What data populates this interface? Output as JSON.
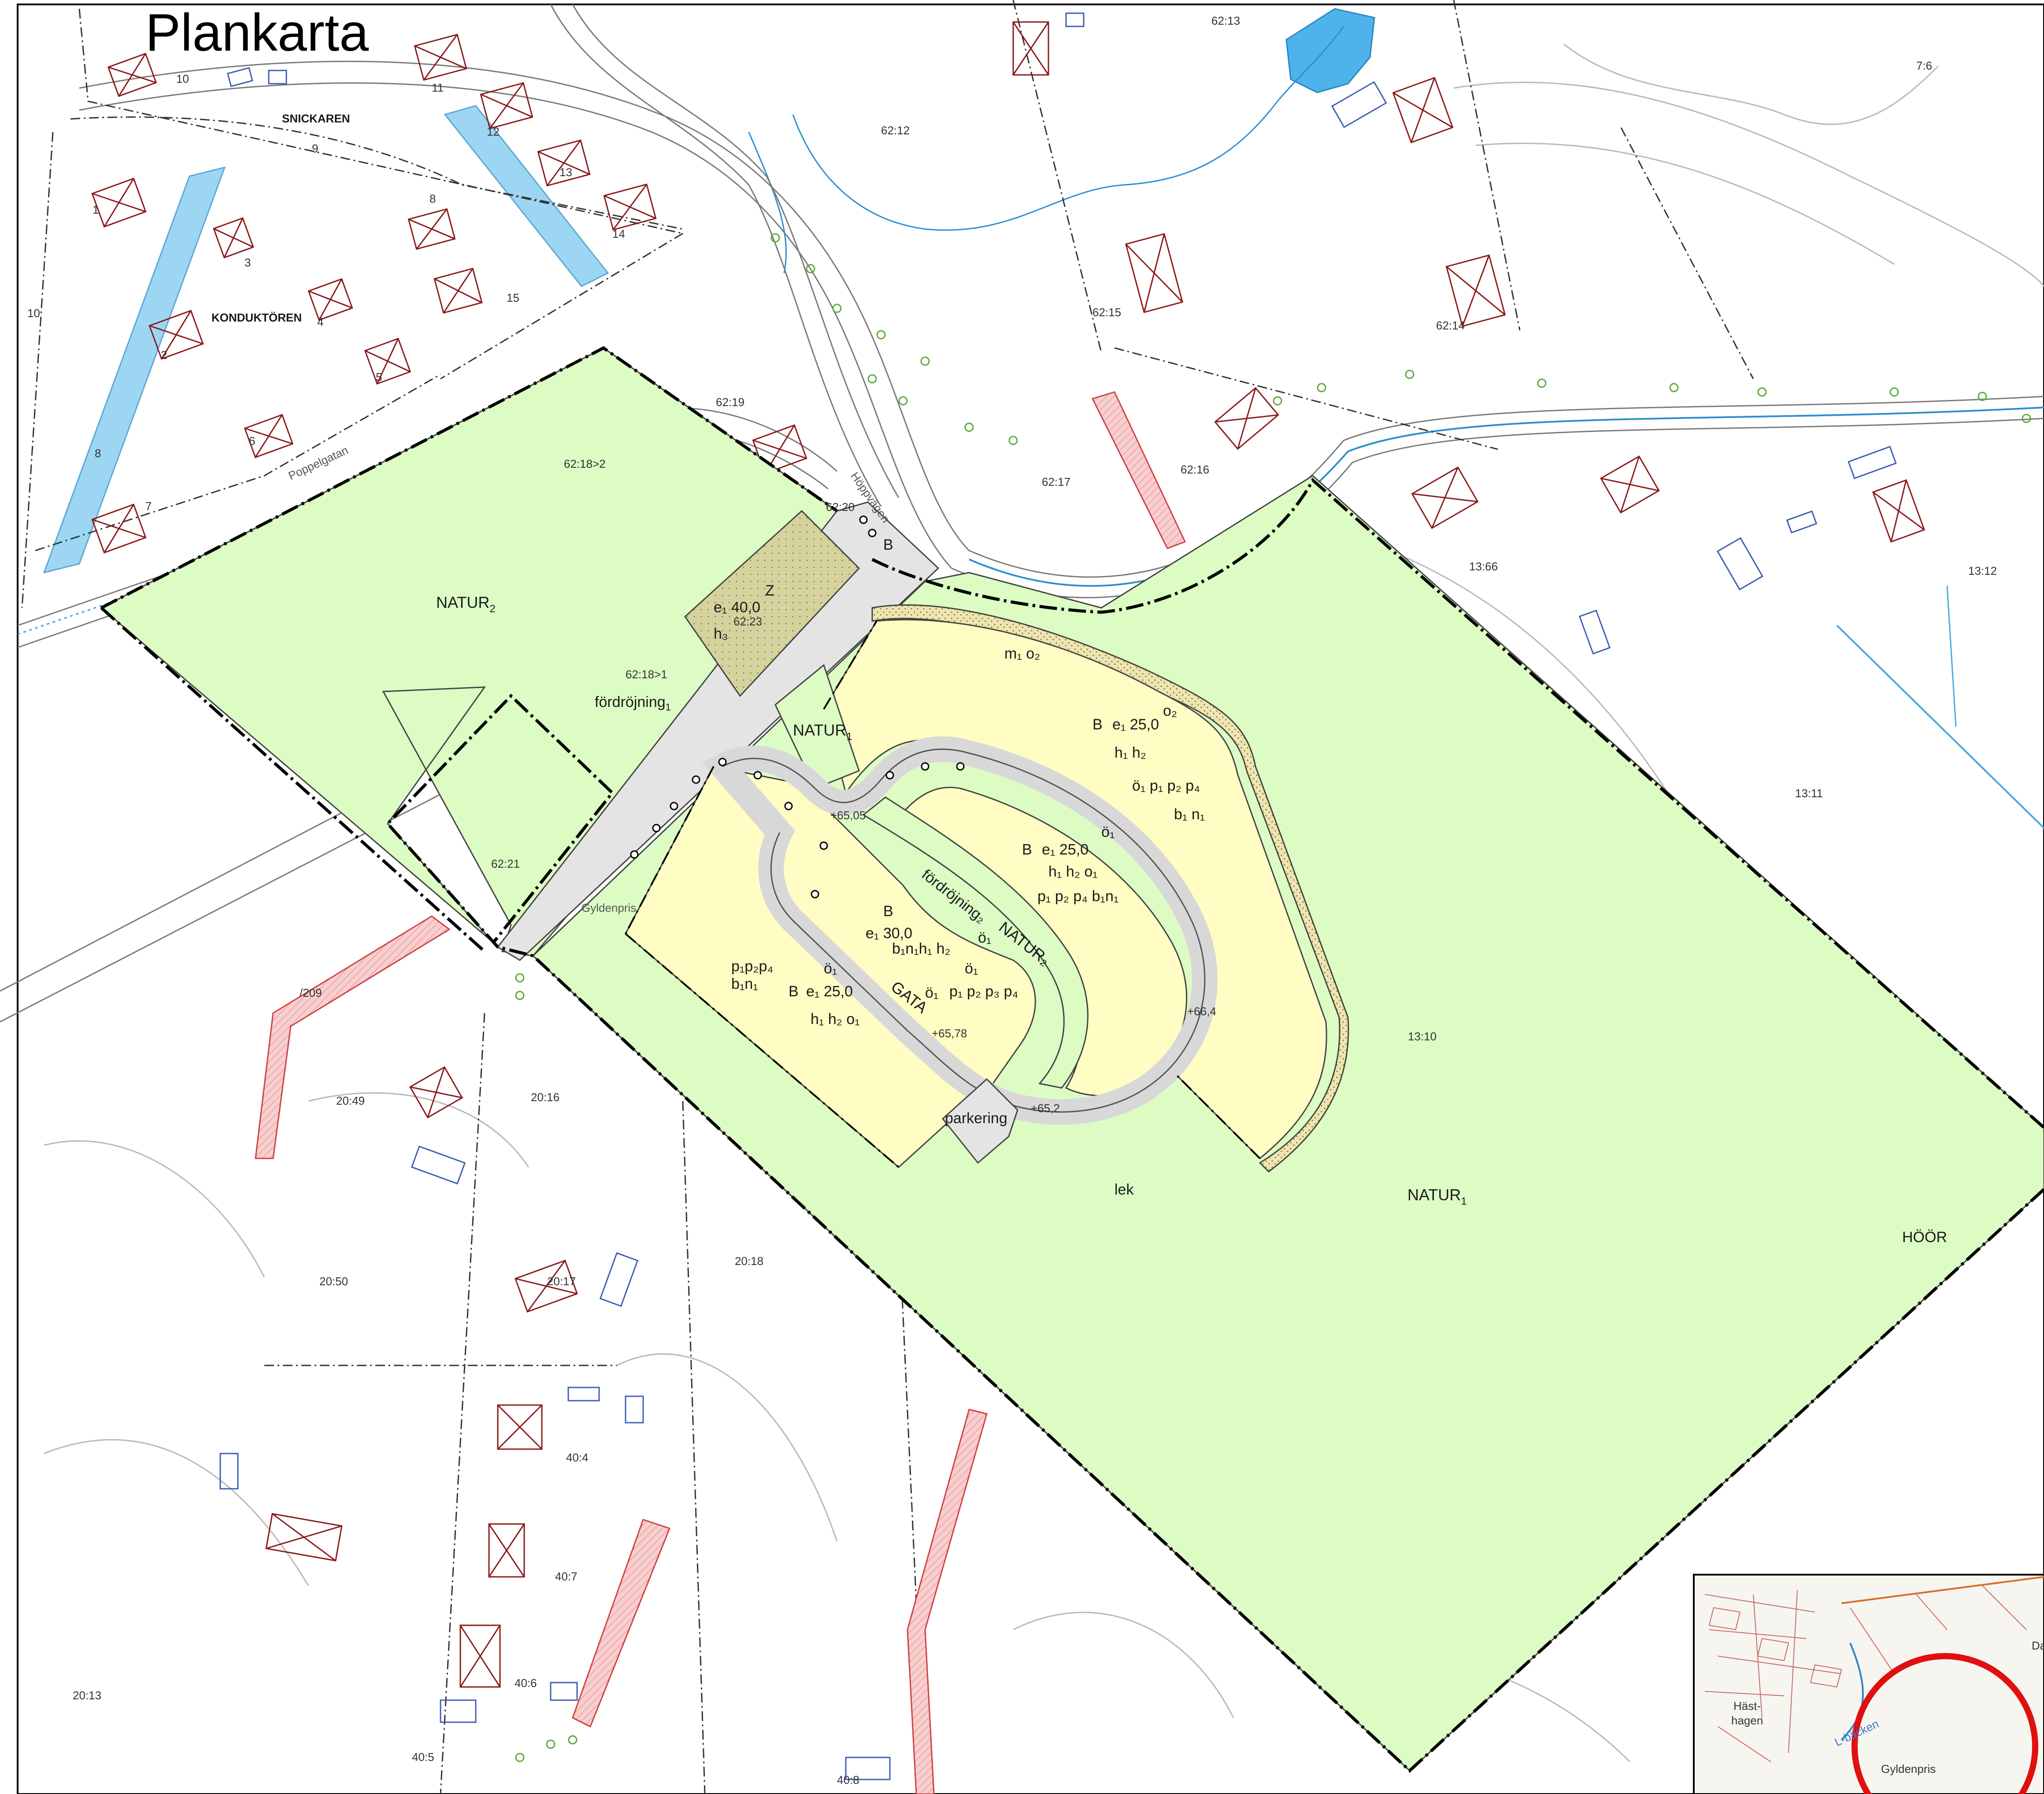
{
  "title": "Plankarta",
  "colors": {
    "natur": "#dcfcc4",
    "bostad": "#fffcc4",
    "teknisk": "#d4d4a4",
    "gata": "#e4e4e4",
    "prickmark": "#eee8b8",
    "boundary": "#000000",
    "building": "#8b1a1a",
    "water": "#8ecff0",
    "servitut": "#f6c6c6"
  },
  "blocks": {
    "snickaren": "SNICKAREN",
    "konduktoren": "KONDUKTÖREN"
  },
  "streets": {
    "poppelgatan": "Poppelgatan",
    "hoppvagen": "Höppvägen",
    "gyldenpris": "Gyldenpris"
  },
  "parcels": {
    "p10a": "10",
    "p9": "9",
    "p11": "11",
    "p12": "12",
    "p13": "13",
    "p14": "14",
    "p15": "15",
    "p8": "8",
    "p3": "3",
    "p4": "4",
    "p5": "5",
    "p2": "2",
    "p1": "1",
    "p10b": "10",
    "p6": "6",
    "p8b": "8",
    "p7": "7",
    "p6212": "62:12",
    "p6213": "62:13",
    "p6215": "62:15",
    "p6214": "62:14",
    "p6219": "62:19",
    "p6218_2": "62:18>2",
    "p6218_1": "62:18>1",
    "p6220": "62:20",
    "p6223": "62:23",
    "p6216": "62:16",
    "p6217": "62:17",
    "p6221": "62:21",
    "p1366": "13:66",
    "p1312": "13:12",
    "p1311": "13:11",
    "p1310": "13:10",
    "p2049": "20:49",
    "p2016": "20:16",
    "p2050": "20:50",
    "p2017": "20:17",
    "p2018": "20:18",
    "p404": "40:4",
    "p407": "40:7",
    "p406": "40:6",
    "p405": "40:5",
    "p408": "40:8",
    "p2013": "20:13",
    "p76": "7:6",
    "p209": "/209"
  },
  "zones": {
    "natur2_left": "NATUR",
    "natur2_left_sub": "2",
    "fordrojning1": "fördröjning",
    "fordrojning1_sub": "1",
    "z_letter": "Z",
    "z_e1": "e₁ 40,0",
    "z_h3": "h₃",
    "natur1_small": "NATUR",
    "natur1_small_sub": "1",
    "b_upper": "B",
    "b_upper_e1": "e₁ 25,0",
    "b_upper_h": "h₁ h₂",
    "b_upper_p": "ö₁ p₁ p₂ p₄",
    "b_upper_b": "b₁ n₁",
    "b_mid": "B",
    "b_mid_e1": "e₁ 25,0",
    "b_mid_h": "h₁ h₂  o₁",
    "b_mid_p": "p₁ p₂ p₄  b₁n₁",
    "b_low": "B",
    "b_low_e1": "e₁ 30,0",
    "b_low_b": "b₁n₁h₁ h₂",
    "b_low_o": "ö₁",
    "b_low_p": "p₁ p₂ p₃ p₄",
    "b_left": "B",
    "b_left_p": "p₁p₂p₄",
    "b_left_b": "b₁n₁",
    "b_left_o": "ö₁",
    "b_left_e1": "e₁ 25,0",
    "b_left_h": "h₁ h₂   o₁",
    "fordrojning2": "fördröjning₂",
    "natur2_strip": "NATUR₂",
    "gata": "GATA",
    "parkering": "parkering",
    "lek": "lek",
    "natur1_big": "NATUR",
    "natur1_big_sub": "1",
    "m1o2": "m₁ o₂",
    "o2": "o₂",
    "o1": "ö₁",
    "o1b": "ö₁",
    "b_small": "B",
    "hoor": "HÖÖR"
  },
  "heights": {
    "h1": "+65,05",
    "h2": "+65,78",
    "h3": "+66,4",
    "h4": "+65,2"
  },
  "inset": {
    "hastagen": "Häst-",
    "hastagen2": "hagen",
    "gyldenpris": "Gyldenpris",
    "da": "Da",
    "backen": "L-bäcken"
  }
}
